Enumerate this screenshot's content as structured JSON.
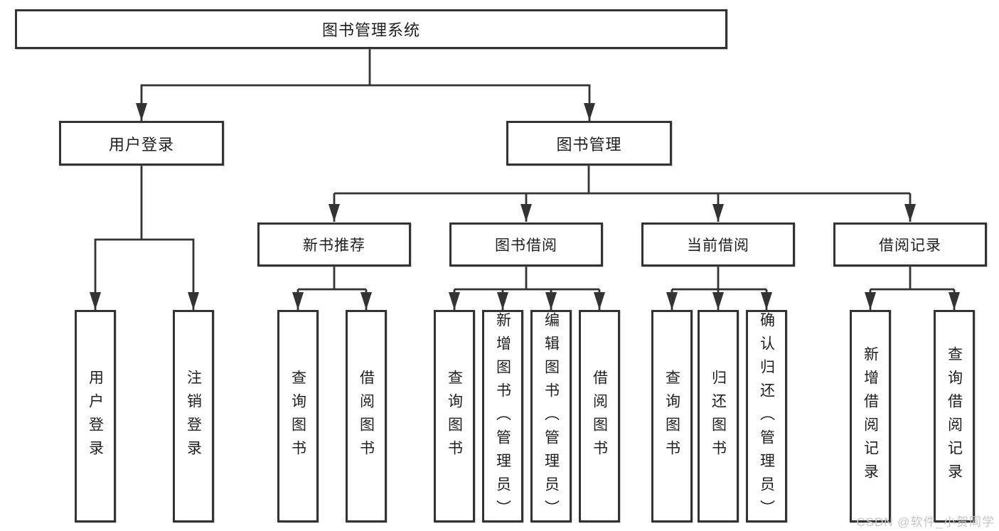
{
  "colors": {
    "line": "#333333",
    "box_border": "#333333",
    "text": "#1f1f1f",
    "background": "#ffffff",
    "watermark": "#c9c5c5"
  },
  "watermark": {
    "text": "CSDN @软件_小贺同学"
  },
  "tree": {
    "root": {
      "label": "图书管理系统"
    },
    "children": [
      {
        "label": "用户登录",
        "children": [
          {
            "label": "用户登录"
          },
          {
            "label": "注销登录"
          }
        ]
      },
      {
        "label": "图书管理",
        "children": [
          {
            "label": "新书推荐",
            "children": [
              {
                "label": "查询图书"
              },
              {
                "label": "借阅图书"
              }
            ]
          },
          {
            "label": "图书借阅",
            "children": [
              {
                "label": "查询图书"
              },
              {
                "label": "新增图书（管理员）"
              },
              {
                "label": "编辑图书（管理员）"
              },
              {
                "label": "借阅图书"
              }
            ]
          },
          {
            "label": "当前借阅",
            "children": [
              {
                "label": "查询图书"
              },
              {
                "label": "归还图书"
              },
              {
                "label": "确认归还（管理员）"
              }
            ]
          },
          {
            "label": "借阅记录",
            "children": [
              {
                "label": "新增借阅记录"
              },
              {
                "label": "查询借阅记录"
              }
            ]
          }
        ]
      }
    ]
  }
}
